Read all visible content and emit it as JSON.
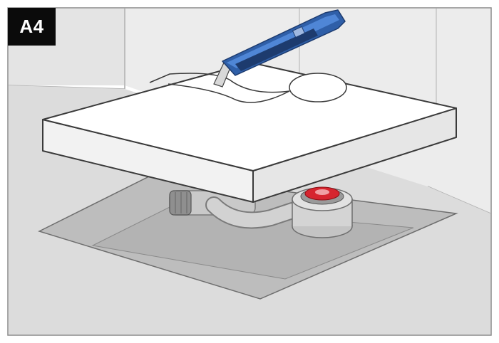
{
  "figure": {
    "step_label": "A4",
    "subject": "cutting-shower-tray-with-utility-knife",
    "colors": {
      "background": "#ffffff",
      "wall": "#e9e9e9",
      "floor": "#dedede",
      "floor_tile": "#b9b9b9",
      "tray_top": "#ffffff",
      "tray_edge": "#f2f2f2",
      "outline": "#3a3a3a",
      "knife_body": "#2f5fa8",
      "knife_blade": "#d8d8d8",
      "drain_cap": "#d6252f",
      "pipe": "#c8c8c8",
      "badge": "#0b0b0b"
    },
    "parts": [
      "utility-knife",
      "shower-tray",
      "drain-trap",
      "drain-pipe",
      "floor-tile",
      "wall-corner"
    ]
  }
}
